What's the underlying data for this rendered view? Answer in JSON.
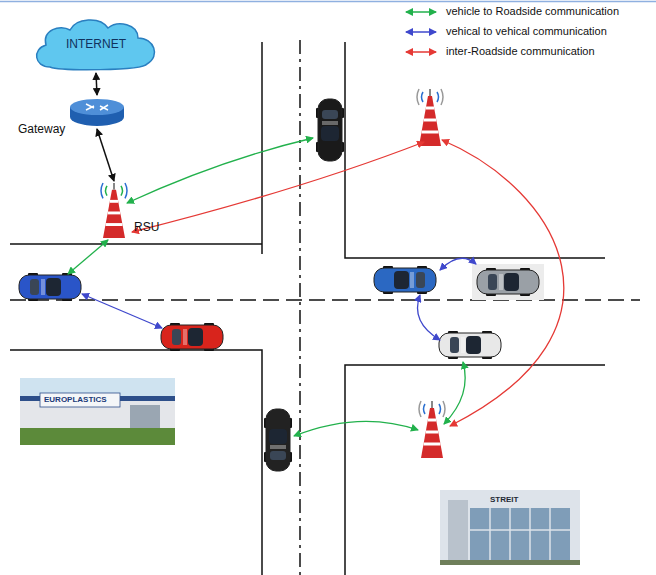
{
  "diagram": {
    "nodes": [
      {
        "text": [
          "INTERNET"
        ]
      },
      {
        "text": [
          "Gateway"
        ]
      },
      {
        "text": [
          "RSU"
        ]
      }
    ],
    "edges": [
      {
        "from": 0,
        "to": 1,
        "arrow": "both"
      },
      {
        "from": 1,
        "to": 2,
        "arrow": "both"
      }
    ],
    "labels": [
      "EUROPLASTICS",
      "STREIT"
    ],
    "legend": [
      {
        "text": "vehicle to Roadside communication"
      },
      {
        "text": "vehical to vehical communication"
      },
      {
        "text": "inter-Roadside communication"
      }
    ]
  }
}
